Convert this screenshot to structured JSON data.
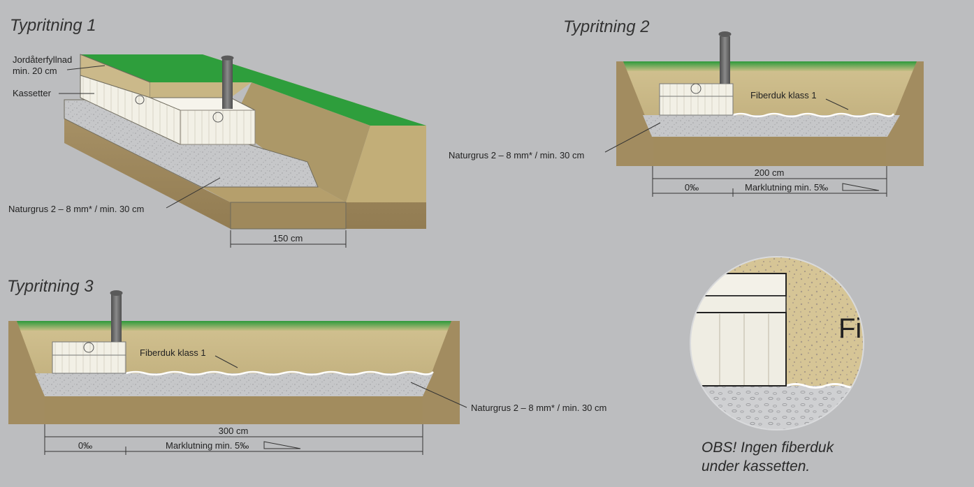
{
  "titles": {
    "t1": "Typritning 1",
    "t2": "Typritning 2",
    "t3": "Typritning 3"
  },
  "labels": {
    "backfill_1": "Jordåterfyllnad",
    "backfill_2": "min. 20 cm",
    "cassettes": "Kassetter",
    "gravel": "Naturgrus 2 – 8 mm* / min. 30 cm",
    "fabric": "Fiberduk klass 1",
    "slope": "Marklutning min. 5‰",
    "zero": "0‰",
    "zoom_text": "Fi"
  },
  "dimensions": {
    "d1": "150 cm",
    "d2": "200 cm",
    "d3": "300 cm"
  },
  "note": {
    "line1": "OBS! Ingen fiberduk",
    "line2": "under kassetten."
  },
  "colors": {
    "background": "#bcbdbf",
    "grass": "#2e9e3c",
    "soil_sand": "#cbb98a",
    "soil_dark": "#a08a5a",
    "gravel": "#c4c5c7",
    "cassette": "#f1efe6",
    "pipe": "#6d6d6d"
  }
}
